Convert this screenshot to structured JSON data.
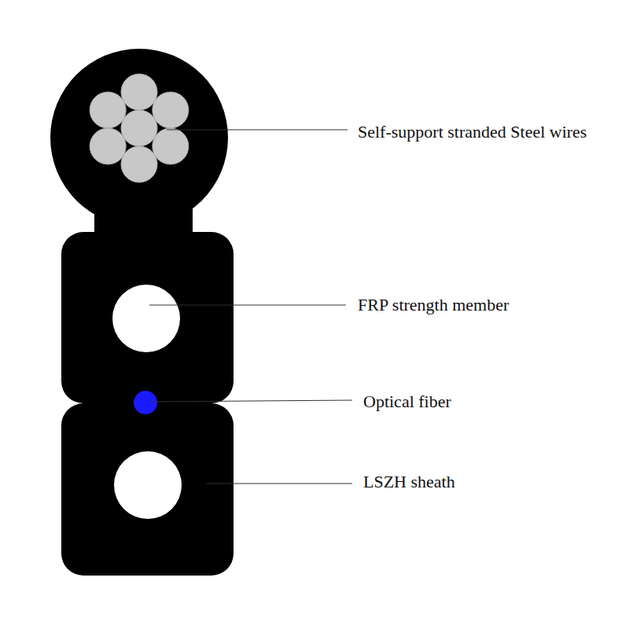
{
  "diagram": {
    "labels": [
      "Self-support stranded Steel wires",
      "FRP strength member",
      "Optical fiber",
      "LSZH sheath"
    ]
  }
}
